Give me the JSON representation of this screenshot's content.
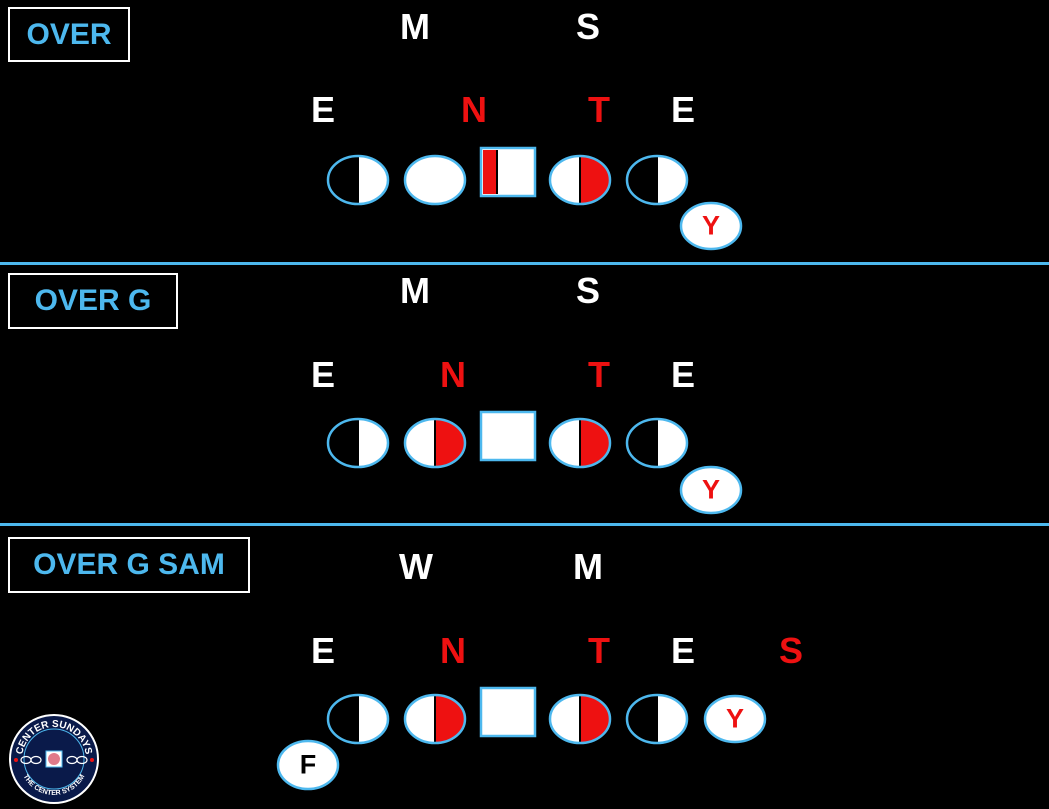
{
  "colors": {
    "accent": "#4db8ee",
    "red": "#ee1111",
    "white": "#ffffff",
    "background": "#000000"
  },
  "panels": [
    {
      "title": "OVER",
      "linebackers": [
        "M",
        "S"
      ],
      "front": [
        "E",
        "N",
        "T",
        "E"
      ],
      "players": [
        "Y"
      ]
    },
    {
      "title": "OVER G",
      "linebackers": [
        "M",
        "S"
      ],
      "front": [
        "E",
        "N",
        "T",
        "E"
      ],
      "players": [
        "Y"
      ]
    },
    {
      "title": "OVER G SAM",
      "linebackers": [
        "W",
        "M"
      ],
      "front": [
        "E",
        "N",
        "T",
        "E",
        "S"
      ],
      "players": [
        "Y",
        "F"
      ]
    }
  ],
  "logo": {
    "top_text": "CENTER SUNDAYS",
    "bottom_text": "THE CENTER SYSTEM"
  }
}
